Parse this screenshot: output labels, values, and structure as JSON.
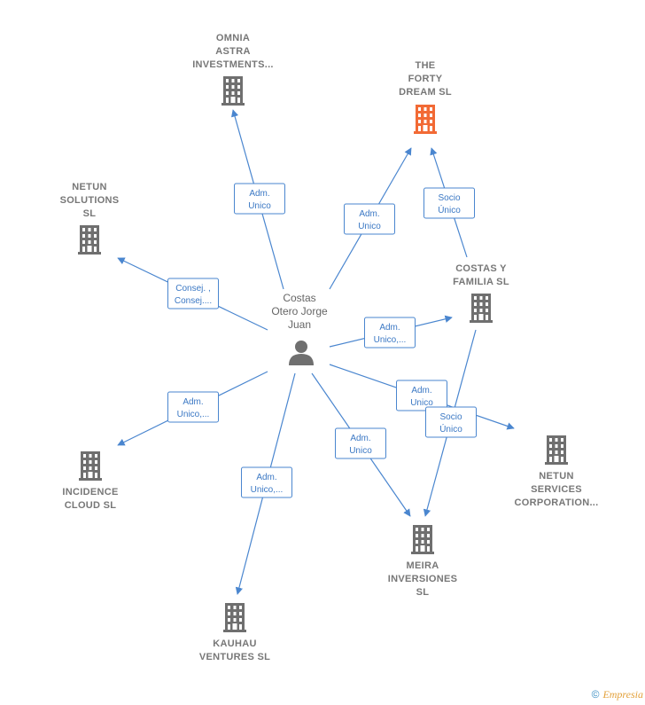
{
  "center": {
    "lines": [
      "Costas",
      "Otero Jorge",
      "Juan"
    ],
    "icon": "person-icon"
  },
  "colors": {
    "company": "#6f6f6f",
    "highlight": "#f26a35",
    "edge": "#4a86cf",
    "person": "#6f6f6f"
  },
  "nodes": [
    {
      "id": "omnia",
      "lines": [
        "OMNIA",
        "ASTRA",
        "INVESTMENTS..."
      ],
      "highlight": false,
      "icon": "building-icon"
    },
    {
      "id": "forty",
      "lines": [
        "THE",
        "FORTY",
        "DREAM  SL"
      ],
      "highlight": true,
      "icon": "building-icon"
    },
    {
      "id": "netun_sol",
      "lines": [
        "NETUN",
        "SOLUTIONS",
        "SL"
      ],
      "highlight": false,
      "icon": "building-icon"
    },
    {
      "id": "costas_fam",
      "lines": [
        "COSTAS Y",
        "FAMILIA  SL"
      ],
      "highlight": false,
      "icon": "building-icon"
    },
    {
      "id": "netun_serv",
      "lines": [
        "NETUN",
        "SERVICES",
        "CORPORATION..."
      ],
      "highlight": false,
      "icon": "building-icon"
    },
    {
      "id": "incidence",
      "lines": [
        "INCIDENCE",
        "CLOUD  SL"
      ],
      "highlight": false,
      "icon": "building-icon"
    },
    {
      "id": "meira",
      "lines": [
        "MEIRA",
        "INVERSIONES",
        "SL"
      ],
      "highlight": false,
      "icon": "building-icon"
    },
    {
      "id": "kauhau",
      "lines": [
        "KAUHAU",
        "VENTURES  SL"
      ],
      "highlight": false,
      "icon": "building-icon"
    }
  ],
  "edges": [
    {
      "from": "center",
      "to": "omnia",
      "label": [
        "Adm.",
        "Unico"
      ]
    },
    {
      "from": "center",
      "to": "forty",
      "label": [
        "Adm.",
        "Unico"
      ]
    },
    {
      "from": "costas_fam",
      "to": "forty",
      "label": [
        "Socio",
        "Único"
      ]
    },
    {
      "from": "center",
      "to": "netun_sol",
      "label": [
        "Consej. ,",
        "Consej...."
      ]
    },
    {
      "from": "center",
      "to": "costas_fam",
      "label": [
        "Adm.",
        "Unico,..."
      ]
    },
    {
      "from": "center",
      "to": "netun_serv",
      "label": [
        "Adm.",
        "Unico"
      ]
    },
    {
      "from": "costas_fam",
      "to": "meira",
      "label": [
        "Socio",
        "Único"
      ]
    },
    {
      "from": "center",
      "to": "incidence",
      "label": [
        "Adm.",
        "Unico,..."
      ]
    },
    {
      "from": "center",
      "to": "meira",
      "label": [
        "Adm.",
        "Unico"
      ]
    },
    {
      "from": "center",
      "to": "kauhau",
      "label": [
        "Adm.",
        "Unico,..."
      ]
    }
  ],
  "footer": {
    "copyright": "©",
    "brand": "Empresia"
  }
}
